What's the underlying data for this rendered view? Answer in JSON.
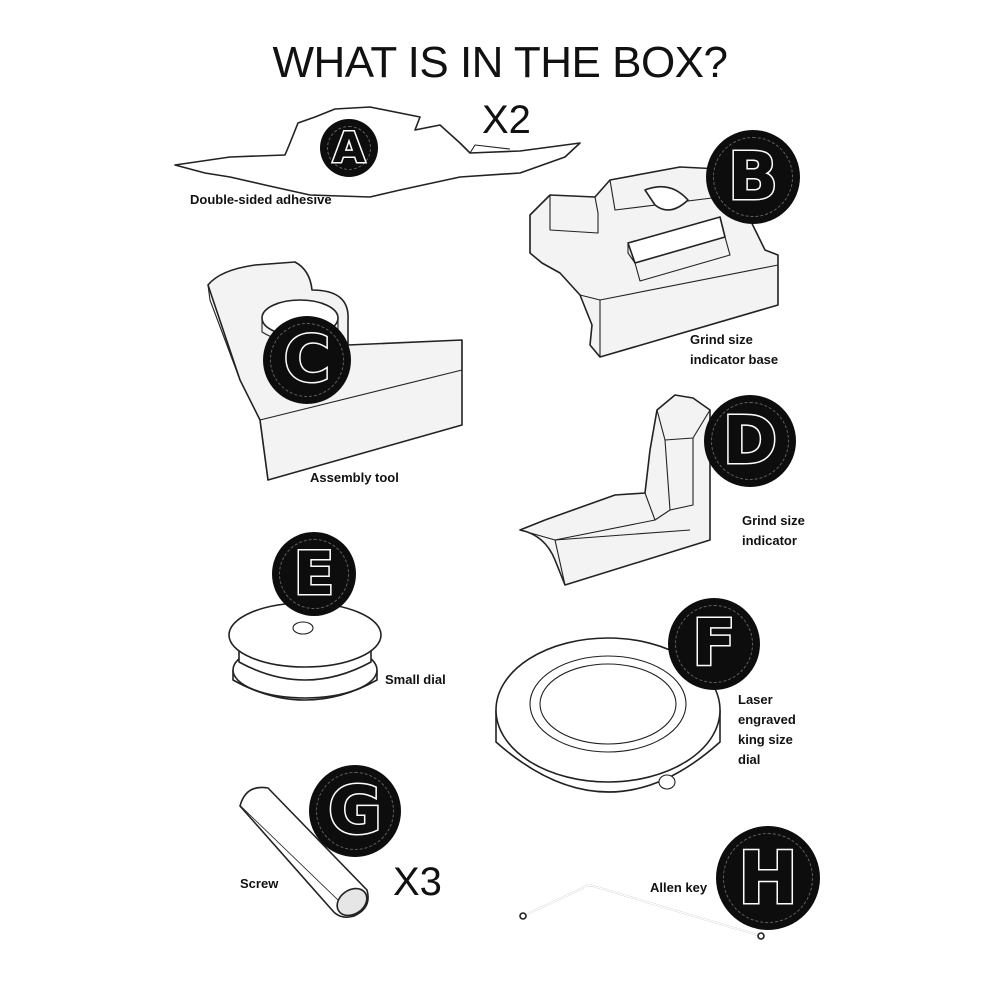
{
  "title": "WHAT IS IN THE BOX?",
  "items": [
    {
      "letter": "A",
      "label": "Double-sided adhesive",
      "quantity": "X2"
    },
    {
      "letter": "B",
      "label_lines": [
        "Grind size",
        "indicator base"
      ]
    },
    {
      "letter": "C",
      "label": "Assembly tool"
    },
    {
      "letter": "D",
      "label_lines": [
        "Grind size",
        "indicator"
      ]
    },
    {
      "letter": "E",
      "label": "Small dial"
    },
    {
      "letter": "F",
      "label_lines": [
        "Laser",
        "engraved",
        "king size",
        "dial"
      ]
    },
    {
      "letter": "G",
      "label": "Screw",
      "quantity": "X3"
    },
    {
      "letter": "H",
      "label": "Allen key"
    }
  ]
}
